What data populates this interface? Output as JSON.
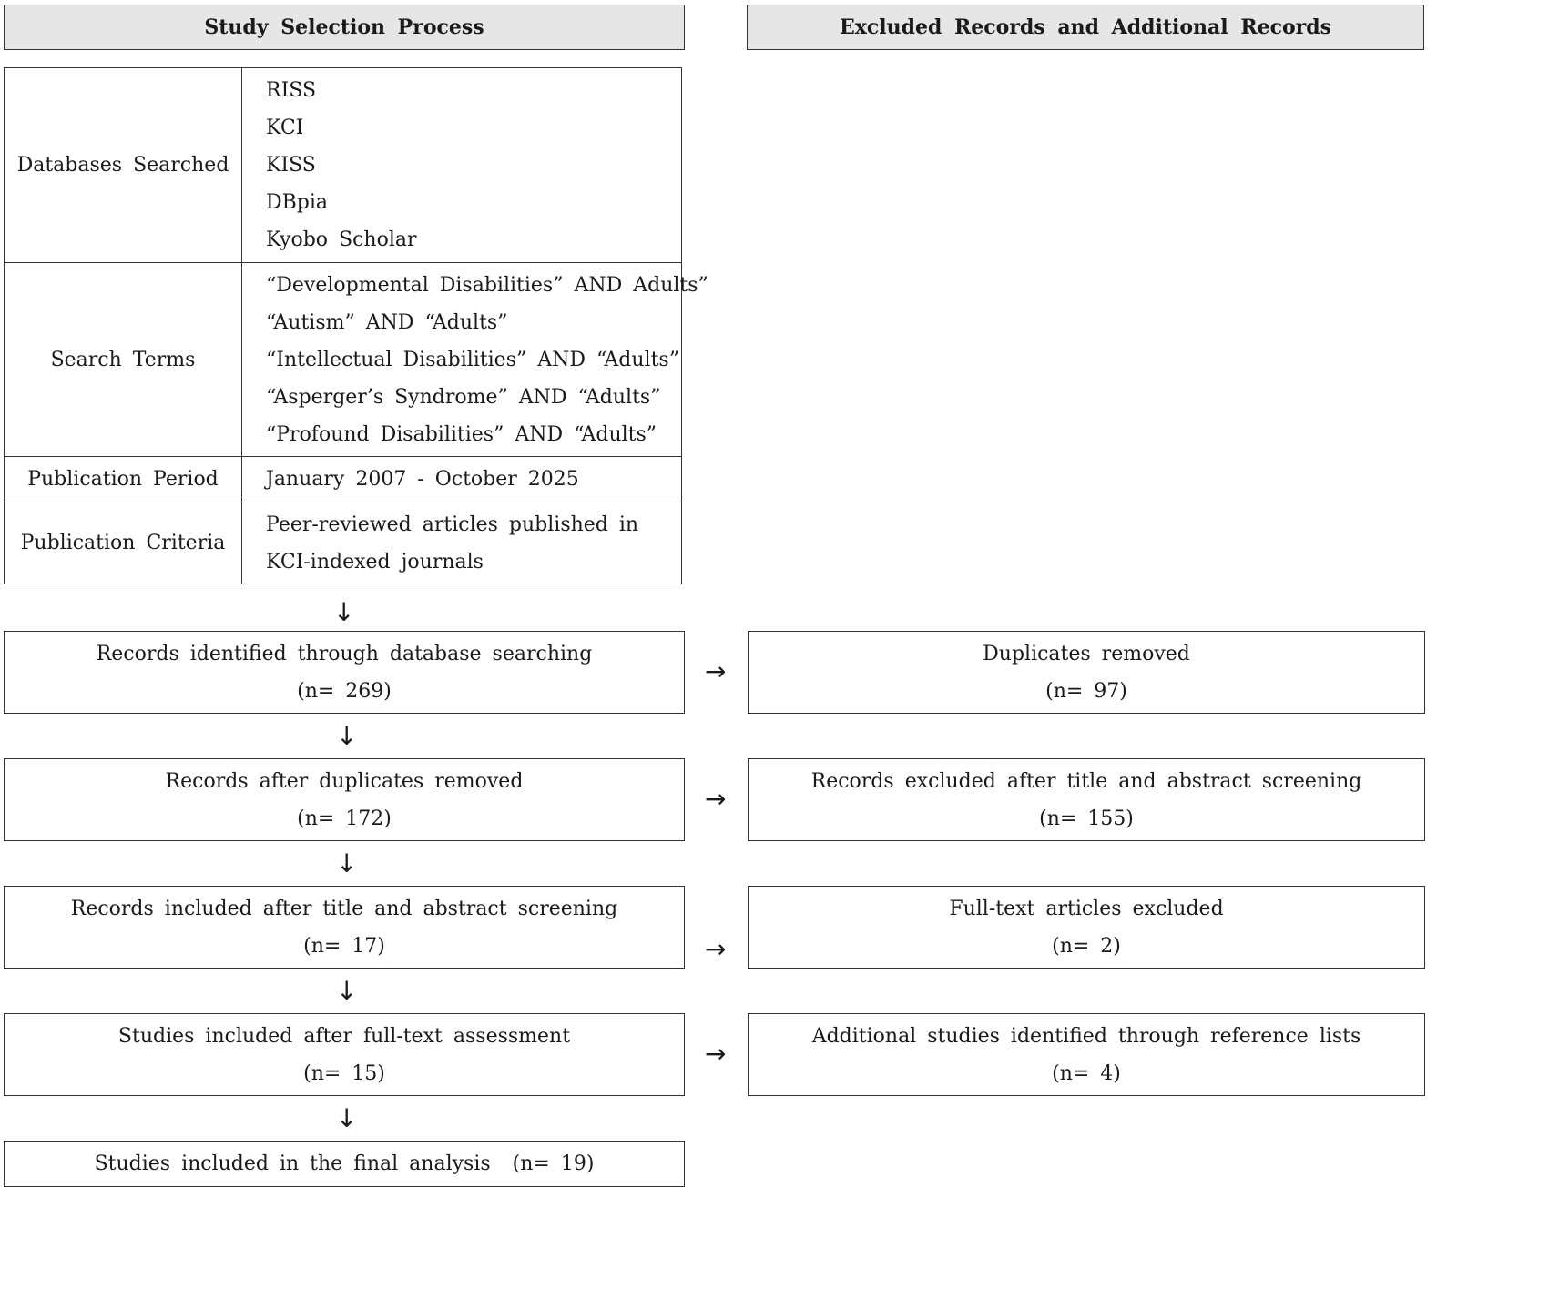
{
  "headers": {
    "left": "Study Selection Process",
    "right": "Excluded Records and Additional Records"
  },
  "criteria": [
    {
      "label": "Databases Searched",
      "values": [
        "RISS",
        "KCI",
        "KISS",
        "DBpia",
        "Kyobo Scholar"
      ]
    },
    {
      "label": "Search Terms",
      "values": [
        "“Developmental Disabilities” AND Adults”",
        "“Autism” AND “Adults”",
        "“Intellectual Disabilities” AND “Adults”",
        "“Asperger’s Syndrome” AND “Adults”",
        "“Profound Disabilities” AND “Adults”"
      ]
    },
    {
      "label": "Publication Period",
      "values": [
        "January 2007 - October 2025"
      ]
    },
    {
      "label": "Publication Criteria",
      "values": [
        "Peer-reviewed articles published in",
        "KCI-indexed journals"
      ]
    }
  ],
  "flow": [
    {
      "text": "Records identified through database searching",
      "count": "(n= 269)"
    },
    {
      "text": "Records after duplicates removed",
      "count": "(n= 172)"
    },
    {
      "text": "Records included after title and abstract screening",
      "count": "(n= 17)"
    },
    {
      "text": "Studies included after full-text assessment",
      "count": "(n= 15)"
    },
    {
      "text": "Studies included in the final analysis",
      "count": "(n= 19)"
    }
  ],
  "side": [
    {
      "text": "Duplicates removed",
      "count": "(n= 97)"
    },
    {
      "text": "Records excluded after title and abstract screening",
      "count": "(n= 155)"
    },
    {
      "text": "Full-text articles excluded",
      "count": "(n= 2)"
    },
    {
      "text": "Additional studies identified through reference lists",
      "count": "(n= 4)"
    }
  ],
  "arrows": {
    "down": "↓",
    "right": "→"
  }
}
